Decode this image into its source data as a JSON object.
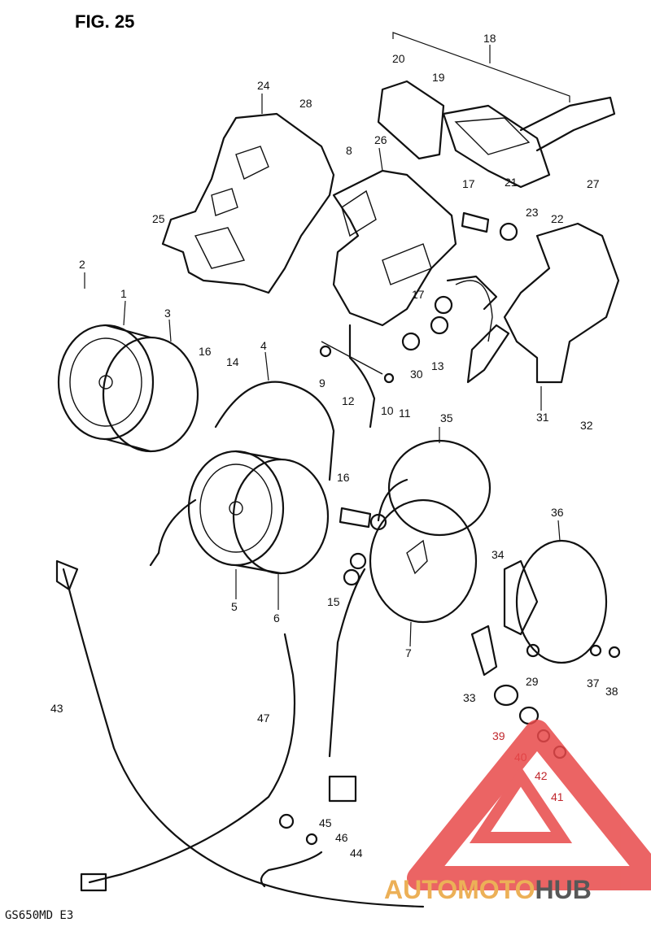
{
  "figure": {
    "title": "FIG. 25",
    "model": "GS650MD  E3"
  },
  "group_label": "18",
  "parts": {
    "p1": "1",
    "p2": "2",
    "p3": "3",
    "p4": "4",
    "p5": "5",
    "p6": "6",
    "p7": "7",
    "p8": "8",
    "p9": "9",
    "p10": "10",
    "p11": "11",
    "p12": "12",
    "p13": "13",
    "p14": "14",
    "p15": "15",
    "p16a": "16",
    "p16b": "16",
    "p17a": "17",
    "p17b": "17",
    "p19": "19",
    "p20": "20",
    "p21": "21",
    "p22": "22",
    "p23": "23",
    "p24": "24",
    "p25": "25",
    "p26": "26",
    "p27": "27",
    "p28": "28",
    "p29": "29",
    "p30": "30",
    "p31": "31",
    "p32": "32",
    "p33": "33",
    "p34": "34",
    "p35": "35",
    "p36": "36",
    "p37": "37",
    "p38": "38",
    "p39": "39",
    "p40": "40",
    "p41": "41",
    "p42": "42",
    "p43": "43",
    "p44": "44",
    "p45": "45",
    "p46": "46",
    "p47": "47"
  },
  "watermark": {
    "part1": "AUTOMOTO",
    "part2": "HUB",
    "color_red": "#e8494a",
    "color_orange": "#e9a33a",
    "color_dark": "#3b3b3b"
  }
}
